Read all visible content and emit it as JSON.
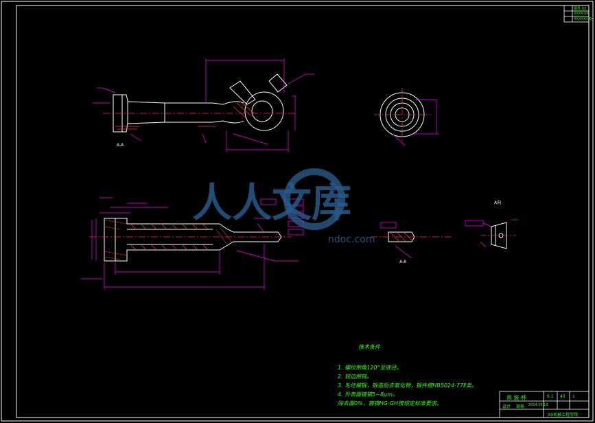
{
  "notes": {
    "title": "技术条件",
    "lines": [
      "1. 螺纹倒角120°至底径。",
      "2. 锐边倒钝。",
      "3. 毛坯模锻，锻造后去氧化物，锻件按HB5024-77Ⅱ类。",
      "4. 外表面镀铬5~8μm。",
      "除去面0%，镀铬HG-GH按规定标准要求。"
    ]
  },
  "view_labels": {
    "section_a_top": "A-A",
    "section_a_bottom": "A-A",
    "view_a": "A向"
  },
  "watermark": {
    "text": "人人文库",
    "url": "ndoc.com"
  },
  "title_block": {
    "drawing_name": "吊 装 杆",
    "scale": "6:1",
    "material": "45",
    "sheet": "1",
    "footer": "XX机械工程学院",
    "designer": "设计",
    "checker": "审核",
    "date": "2014.05.19"
  },
  "corner_block": [
    "图号:XX",
    "XXXX-XX",
    "XXXXXX-XX"
  ],
  "colors": {
    "outline": "#ffffff",
    "dimension": "#ff00ff",
    "center": "#ff3030",
    "hatch": "#ff3030",
    "note": "#39ff14",
    "watermark": "#2a5a8a"
  }
}
